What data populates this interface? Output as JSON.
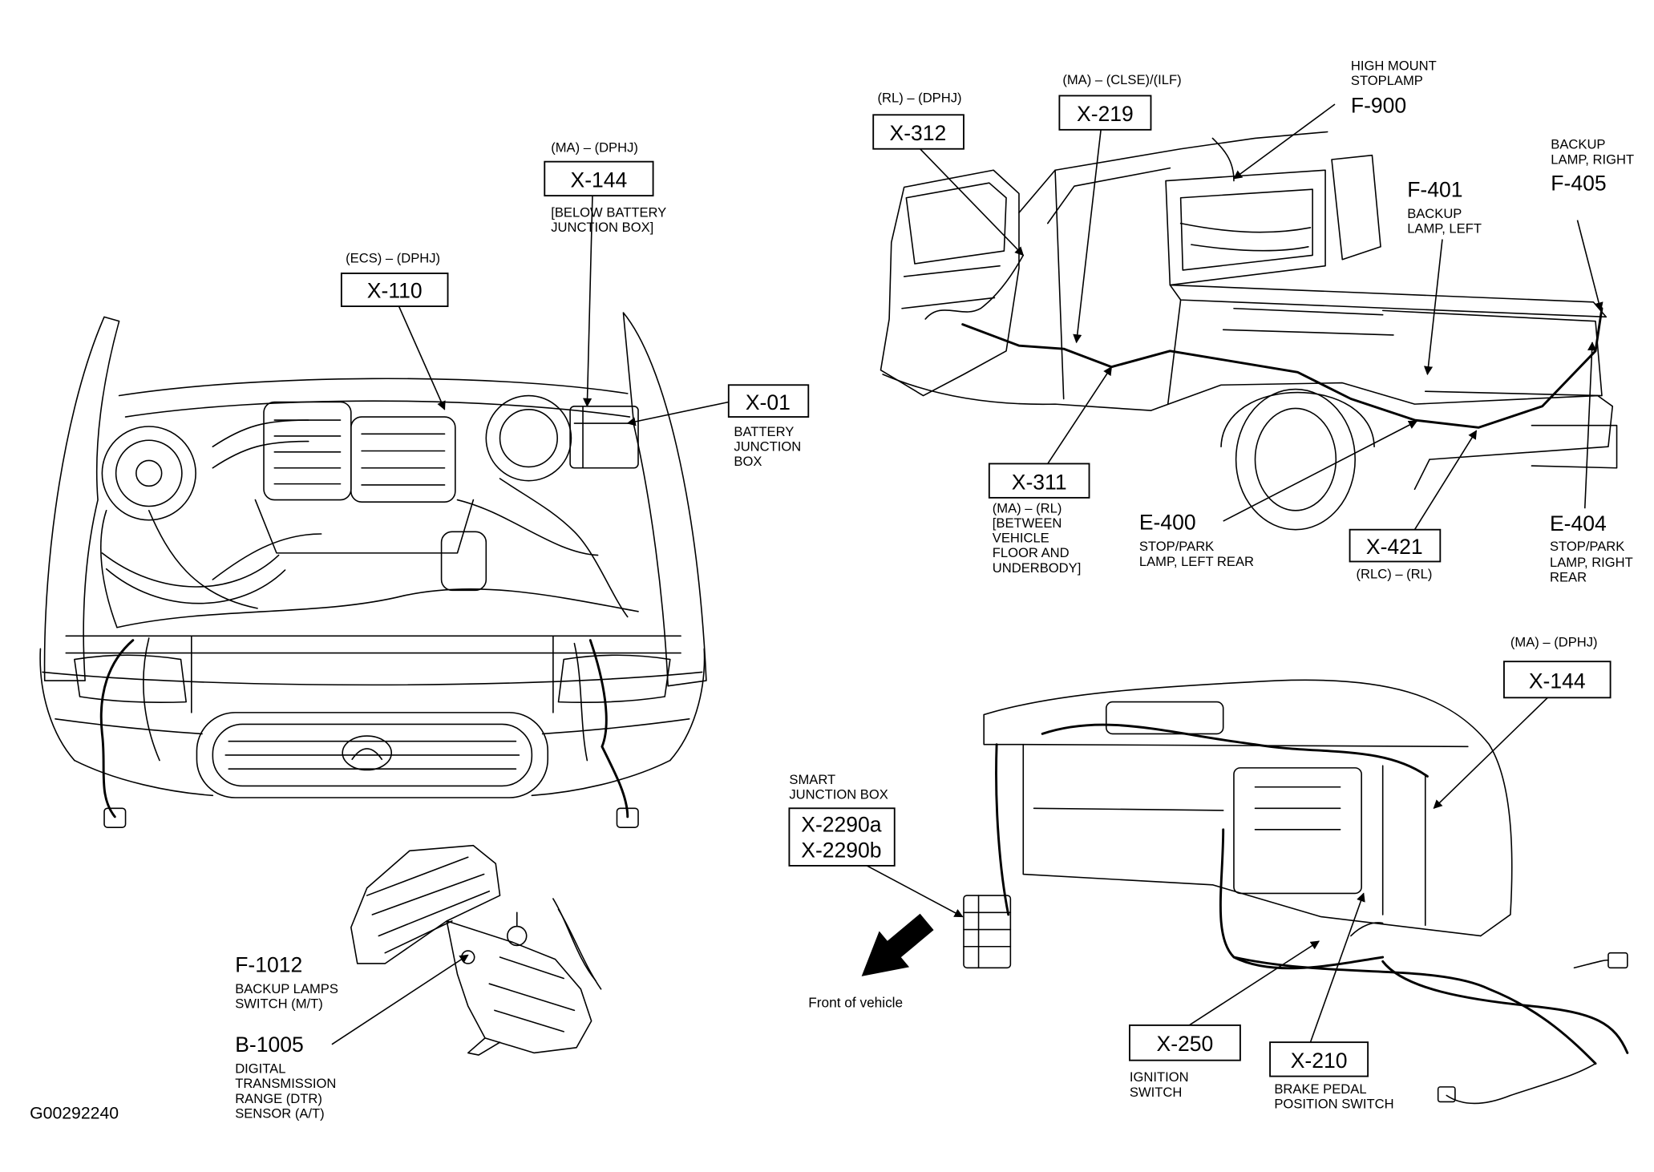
{
  "figure_id": "G00292240",
  "engine_bay": {
    "x144": {
      "qualifier": "(MA) – (DPHJ)",
      "id": "X-144",
      "note": [
        "[BELOW BATTERY",
        "JUNCTION BOX]"
      ]
    },
    "x110": {
      "qualifier": "(ECS) – (DPHJ)",
      "id": "X-110"
    },
    "x01": {
      "id": "X-01",
      "desc": [
        "BATTERY",
        "JUNCTION",
        "BOX"
      ]
    }
  },
  "transmission": {
    "f1012": {
      "id": "F-1012",
      "desc": [
        "BACKUP LAMPS",
        "SWITCH (M/T)"
      ]
    },
    "b1005": {
      "id": "B-1005",
      "desc": [
        "DIGITAL",
        "TRANSMISSION",
        "RANGE (DTR)",
        "SENSOR (A/T)"
      ]
    }
  },
  "rear_body": {
    "x312": {
      "qualifier": "(RL) – (DPHJ)",
      "id": "X-312"
    },
    "x219": {
      "qualifier": "(MA) – (CLSE)/(ILF)",
      "id": "X-219"
    },
    "f900": {
      "desc": [
        "HIGH MOUNT",
        "STOPLAMP"
      ],
      "id": "F-900"
    },
    "f405": {
      "desc": [
        "BACKUP",
        "LAMP, RIGHT"
      ],
      "id": "F-405"
    },
    "f401": {
      "id": "F-401",
      "desc": [
        "BACKUP",
        "LAMP, LEFT"
      ]
    },
    "x311": {
      "id": "X-311",
      "qualifier": "(MA) – (RL)",
      "note": [
        "[BETWEEN",
        "VEHICLE",
        "FLOOR AND",
        "UNDERBODY]"
      ]
    },
    "e400": {
      "id": "E-400",
      "desc": [
        "STOP/PARK",
        "LAMP, LEFT REAR"
      ]
    },
    "x421": {
      "id": "X-421",
      "qualifier": "(RLC) – (RL)"
    },
    "e404": {
      "id": "E-404",
      "desc": [
        "STOP/PARK",
        "LAMP, RIGHT",
        "REAR"
      ]
    }
  },
  "instrument_panel": {
    "x144": {
      "qualifier": "(MA) – (DPHJ)",
      "id": "X-144"
    },
    "x2290": {
      "desc": [
        "SMART",
        "JUNCTION BOX"
      ],
      "ids": [
        "X-2290a",
        "X-2290b"
      ]
    },
    "front_label": "Front of vehicle",
    "x250": {
      "id": "X-250",
      "desc": [
        "IGNITION",
        "SWITCH"
      ]
    },
    "x210": {
      "id": "X-210",
      "desc": [
        "BRAKE PEDAL",
        "POSITION SWITCH"
      ]
    }
  }
}
